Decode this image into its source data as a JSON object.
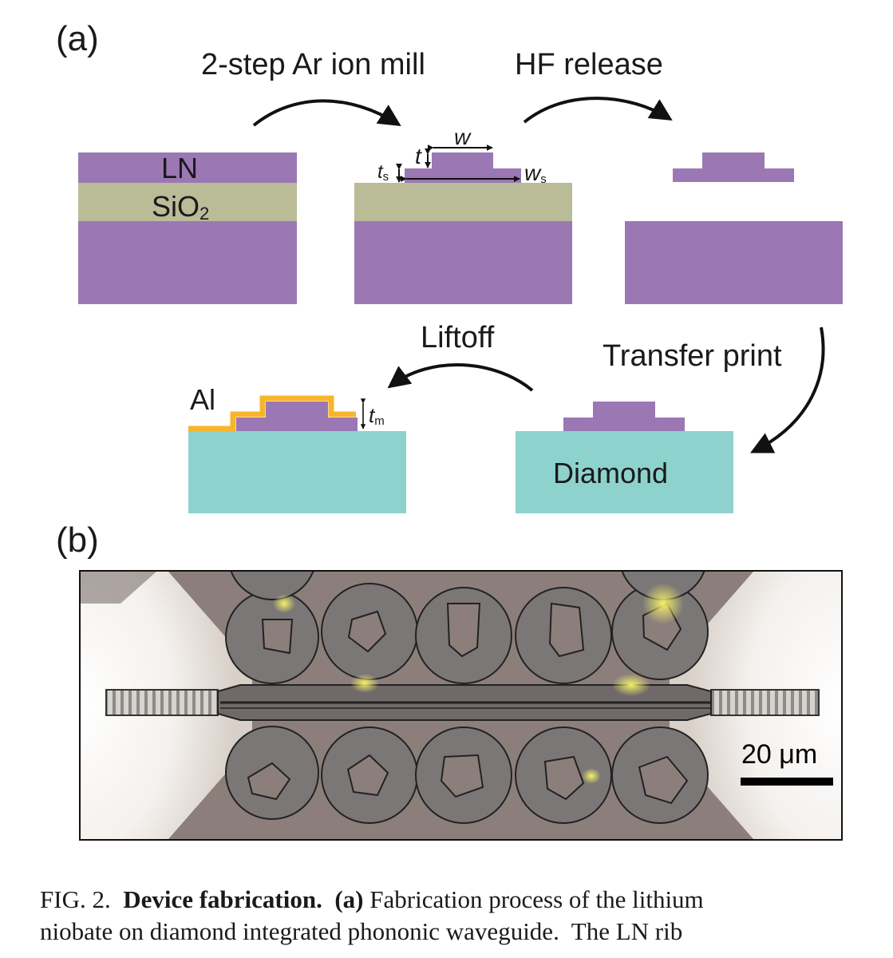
{
  "figure": {
    "panel_a_label": "(a)",
    "panel_b_label": "(b)",
    "steps": {
      "ion_mill": "2-step Ar ion mill",
      "hf_release": "HF release",
      "transfer_print": "Transfer print",
      "liftoff": "Liftoff"
    },
    "layers": {
      "ln": "LN",
      "sio2_main": "SiO",
      "sio2_sub": "2",
      "diamond": "Diamond",
      "al": "Al"
    },
    "dims": {
      "w": "w",
      "t": "t",
      "ts_main": "t",
      "ts_sub": "s",
      "ws_main": "w",
      "ws_sub": "s",
      "tm_main": "t",
      "tm_sub": "m"
    },
    "scale_bar": "20 μm",
    "colors": {
      "ln": "#9b78b4",
      "sio2": "#b9bc97",
      "diamond": "#8ed2ce",
      "al": "#f7b52c"
    }
  },
  "caption": {
    "prefix": "FIG. 2.",
    "title": "Device fabrication.",
    "part_a": "(a)",
    "line1_rest": "Fabrication process of the lithium",
    "line2": "niobate on diamond integrated phononic waveguide.  The LN rib"
  }
}
